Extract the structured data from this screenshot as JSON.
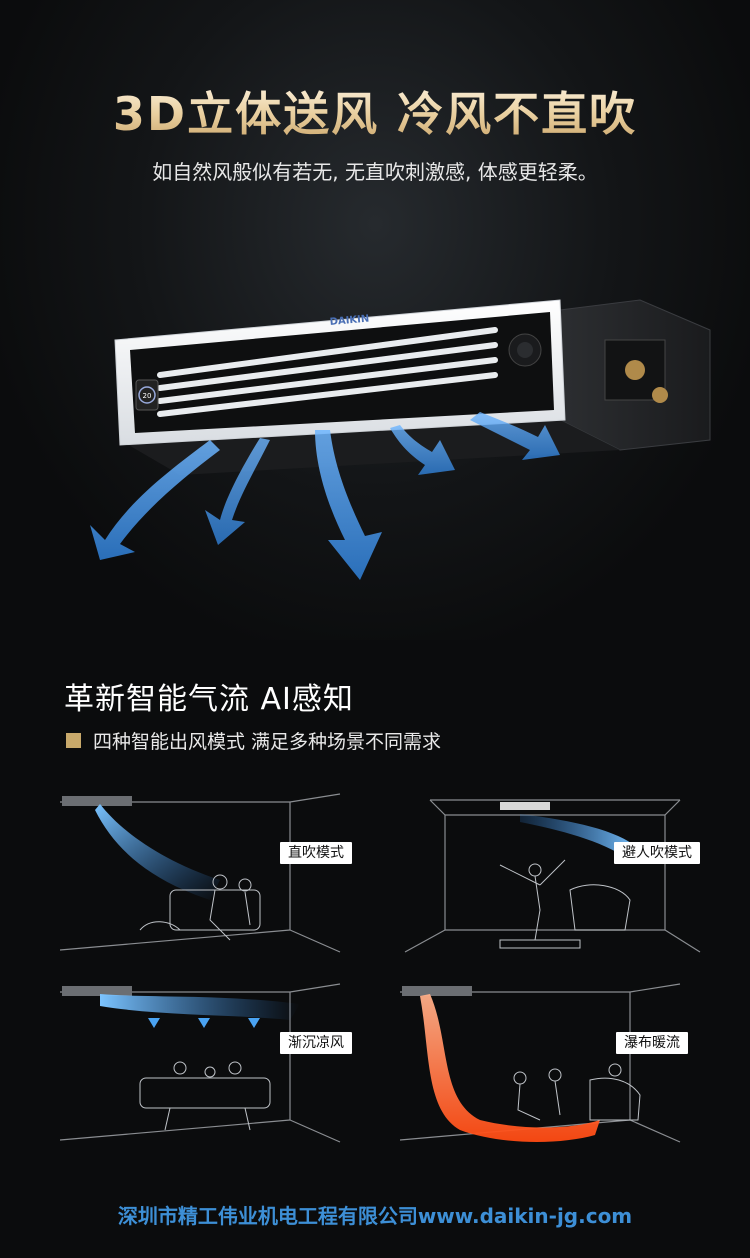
{
  "hero": {
    "title": "3D立体送风 冷风不直吹",
    "subtitle": "如自然风般似有若无, 无直吹刺激感, 体感更轻柔。",
    "brand_logo": "DAIKIN",
    "display_reading": "20"
  },
  "features": {
    "heading": "革新智能气流 AI感知",
    "subheading": "四种智能出风模式 满足多种场景不同需求"
  },
  "modes": [
    {
      "label": "直吹模式"
    },
    {
      "label": "避人吹模式"
    },
    {
      "label": "渐沉凉风"
    },
    {
      "label": "瀑布暖流"
    }
  ],
  "footer": {
    "text": "深圳市精工伟业机电工程有限公司www.daikin-jg.com"
  },
  "colors": {
    "title_gold": "#e9cf9f",
    "bullet_gold": "#c8a96b",
    "cool_air": "#3a8fe0",
    "warm_air": "#ff5a1f",
    "footer_blue": "#3d8fd6"
  }
}
